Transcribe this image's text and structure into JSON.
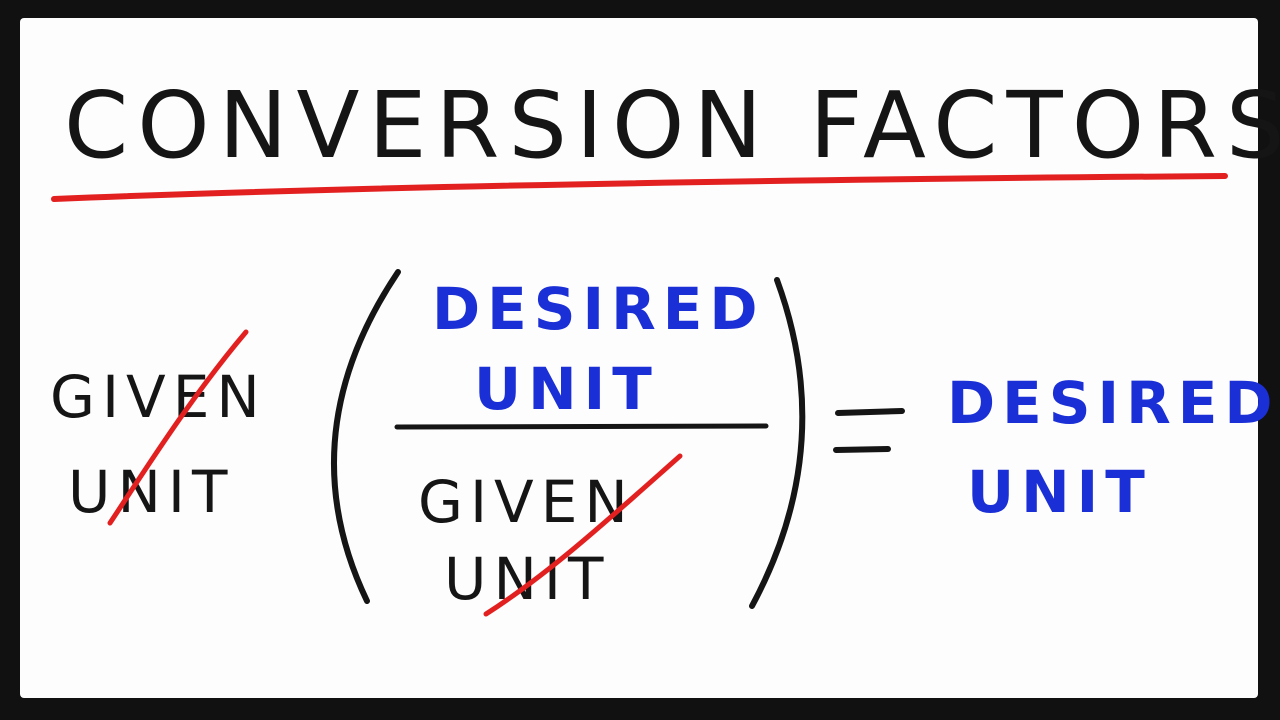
{
  "title": "CONVERSION FACTORS",
  "given": {
    "line1": "GIVEN",
    "line2": "UNIT"
  },
  "fraction": {
    "numerator": {
      "line1": "DESIRED",
      "line2": "UNIT"
    },
    "denominator": {
      "line1": "GIVEN",
      "line2": "UNIT"
    }
  },
  "result": {
    "line1": "DESIRED",
    "line2": "UNIT"
  },
  "colors": {
    "ink": "#151515",
    "blue": "#1a2fd6",
    "red": "#e32020",
    "frame": "#111111"
  }
}
